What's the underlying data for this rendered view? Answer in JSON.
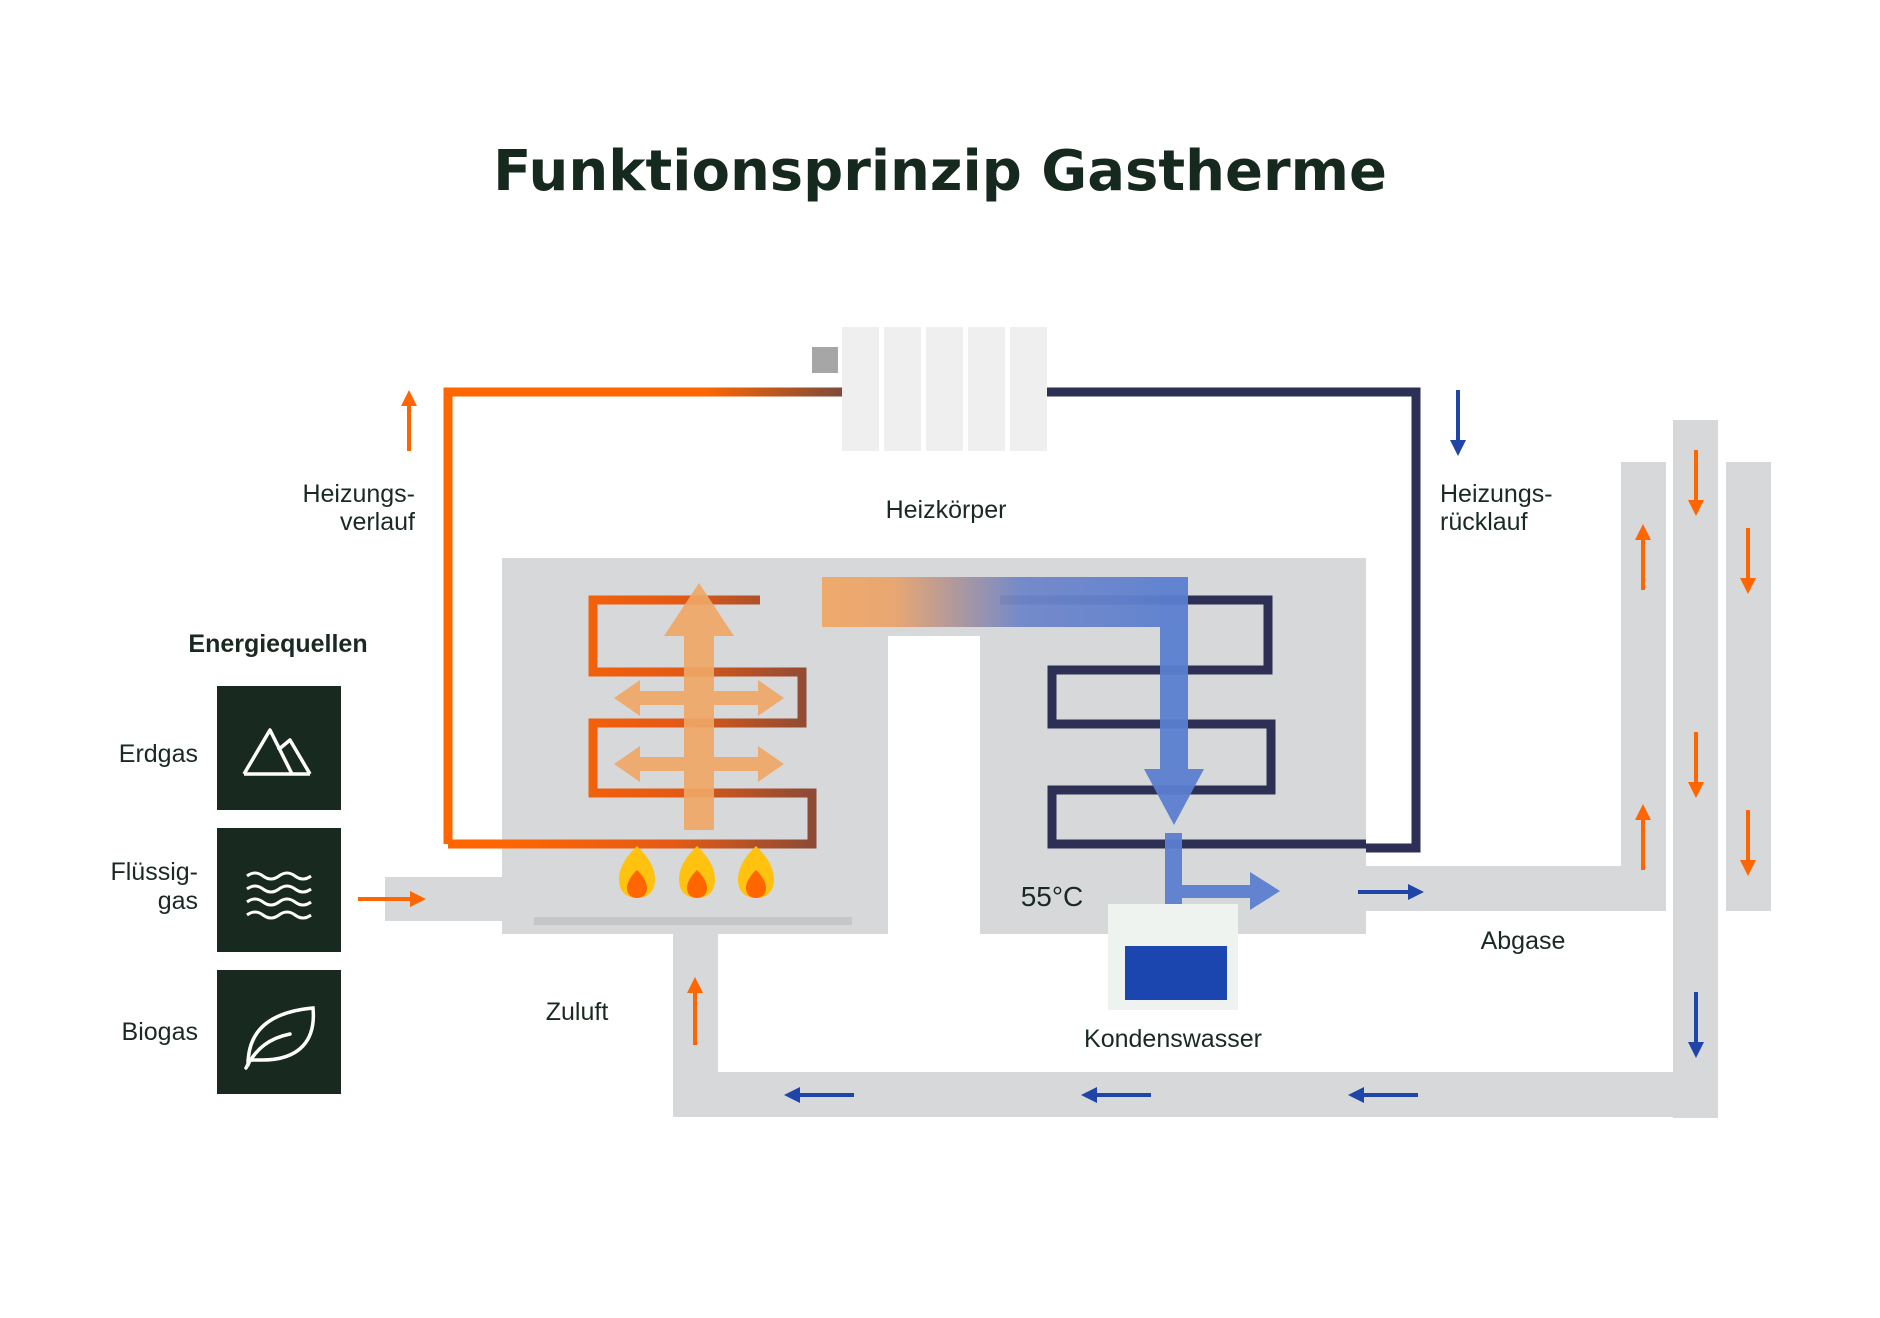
{
  "title": "Funktionsprinzip Gastherme",
  "labels": {
    "heizungsverlauf_1": "Heizungs-",
    "heizungsverlauf_2": "verlauf",
    "heizkoerper": "Heizkörper",
    "heizungsruecklauf_1": "Heizungs-",
    "heizungsruecklauf_2": "rücklauf",
    "energiequellen": "Energiequellen",
    "temperature": "55°C",
    "abgase": "Abgase",
    "zuluft": "Zuluft",
    "kondenswasser": "Kondenswasser"
  },
  "energy_sources": [
    {
      "label_1": "Erdgas",
      "label_2": "",
      "icon": "mountain-icon"
    },
    {
      "label_1": "Flüssig-",
      "label_2": "gas",
      "icon": "waves-icon"
    },
    {
      "label_1": "Biogas",
      "label_2": "",
      "icon": "leaf-icon"
    }
  ],
  "colors": {
    "hot": "#ff6600",
    "cold": "#2d2f55",
    "return_arrow": "#1f45a8",
    "duct": "#d7d8da",
    "icon_tile": "#182a20",
    "condensate": "#1b46b0",
    "radiator": "#efefef",
    "heat_arrow": "#f0a866",
    "flue_arrow": "#5b7fd0"
  }
}
